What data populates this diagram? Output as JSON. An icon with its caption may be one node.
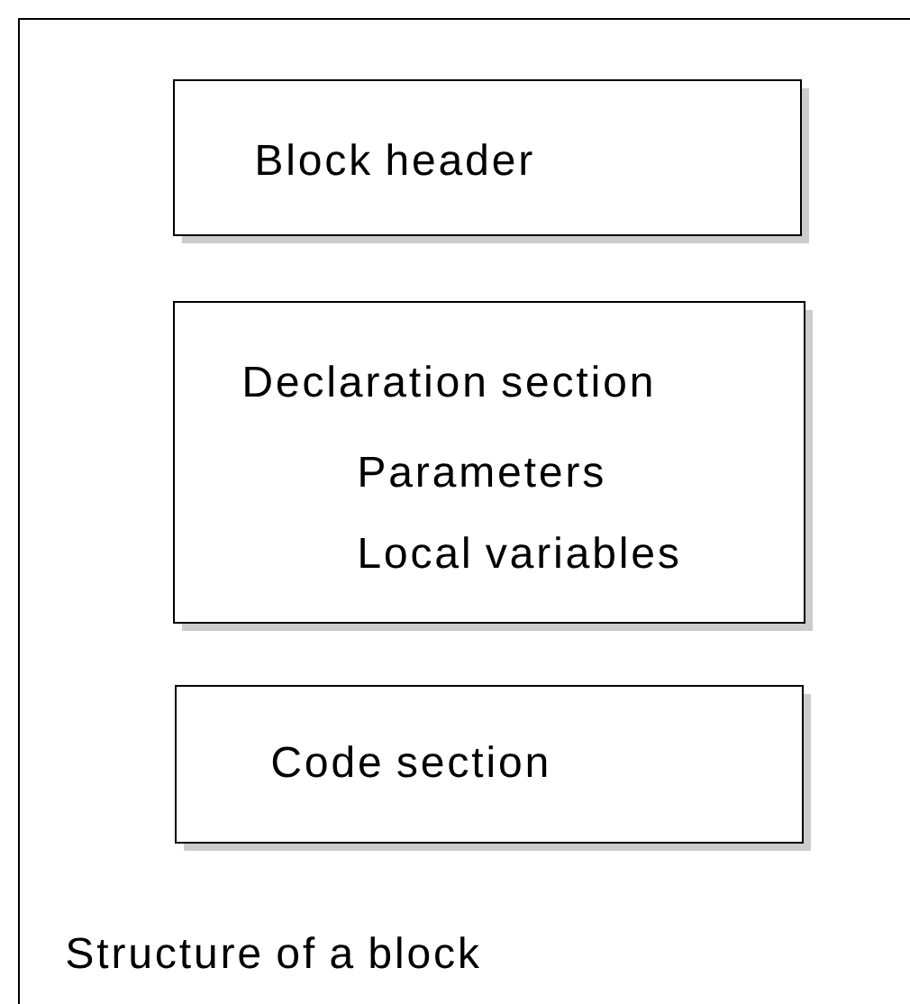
{
  "diagram": {
    "nodes": [
      {
        "text": [
          "Structure of a block"
        ]
      },
      {
        "text": [
          "Block header"
        ],
        "in": 0
      },
      {
        "text": [
          "Declaration section",
          "Parameters",
          "Local variables"
        ],
        "in": 0
      },
      {
        "text": [
          "Code section"
        ],
        "in": 0
      }
    ]
  }
}
